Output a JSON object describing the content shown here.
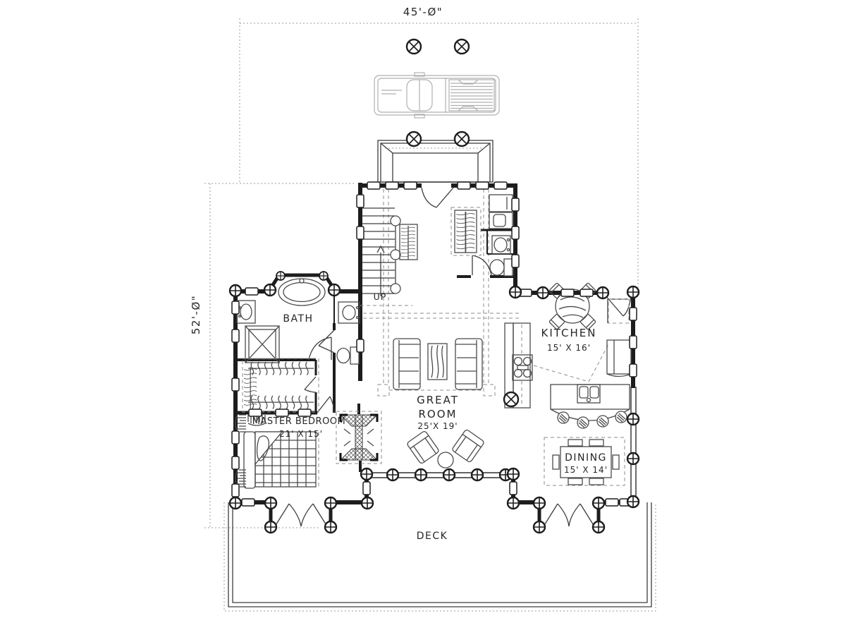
{
  "drawing": {
    "type": "floor-plan",
    "dimensions": {
      "width": "45'-Ø\"",
      "height": "52'-Ø\""
    },
    "rooms": {
      "bath": {
        "name": "BATH"
      },
      "kitchen": {
        "name": "KITCHEN",
        "size": "15' X 16'"
      },
      "great_room": {
        "name_line1": "GREAT",
        "name_line2": "ROOM",
        "size": "25'X 19'"
      },
      "master_bedroom": {
        "name": "MASTER BEDROOM",
        "size": "21' X 15'"
      },
      "dining": {
        "name": "DINING",
        "size": "15' X 14'"
      },
      "deck": {
        "name": "DECK"
      }
    },
    "annotations": {
      "stair_direction": "UP"
    },
    "symbols": {
      "log_post": "circled-cross-post",
      "column": "circled-x-column",
      "window": "double-line-glazing",
      "closet_rod": "hanging-clothes",
      "fireplace": "double-sided-masonry-fireplace"
    },
    "colors": {
      "wall": "#1d1d1d",
      "line": "#3d3d3d",
      "light": "#b0b0b0",
      "background": "#ffffff"
    }
  }
}
